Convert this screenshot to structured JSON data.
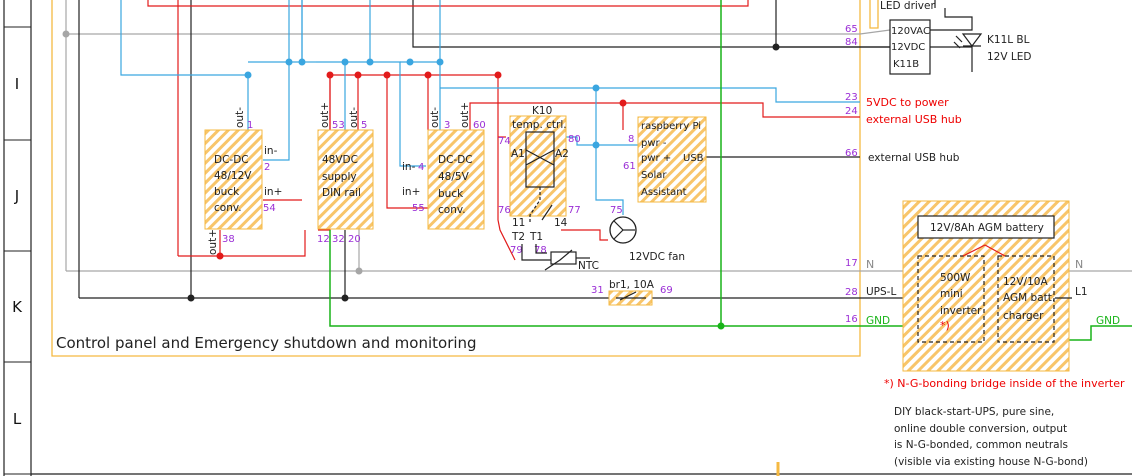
{
  "rows": [
    "I",
    "J",
    "K",
    "L"
  ],
  "title": "Control panel and Emergency shutdown and monitoring",
  "led": {
    "header": "LED driver",
    "in1": "120VAC",
    "in2": "12VDC",
    "id": "K11B",
    "label1": "K11L BL",
    "label2": "12V LED"
  },
  "dcdc12": {
    "lines": [
      "DC-DC",
      "48/12V",
      "buck",
      "conv."
    ],
    "in_minus": "in-",
    "in_plus": "in+",
    "out_minus": "out-",
    "out_plus": "out+",
    "p_out_minus": "1",
    "p_in_minus": "2",
    "p_in_plus": "54",
    "p_out_plus": "38"
  },
  "supply48": {
    "lines": [
      "48VDC",
      "supply",
      "DIN rail"
    ],
    "out_plus": "out+",
    "out_minus": "out-",
    "p_out_plus": "53",
    "p_out_minus": "5",
    "p_b1": "12",
    "p_b2": "32",
    "p_b3": "20"
  },
  "dcdc5": {
    "lines": [
      "DC-DC",
      "48/5V",
      "buck",
      "conv."
    ],
    "in_minus": "in-",
    "in_plus": "in+",
    "out_minus": "out-",
    "out_plus": "out+",
    "p_in_minus": "4",
    "p_in_plus": "55",
    "p_out_minus": "3",
    "p_out_plus": "60"
  },
  "k10": {
    "id": "K10",
    "label": "temp. ctrl.",
    "a1": "A1",
    "a2": "A2",
    "t1": "11",
    "t2": "14",
    "t3": "T2",
    "t4": "T1",
    "p74": "74",
    "p80": "80",
    "p76": "76",
    "p77": "77",
    "p79": "79",
    "p78": "78",
    "ntc": "NTC"
  },
  "fan": {
    "pin": "75",
    "label": "12VDC fan"
  },
  "rpi": {
    "lines": [
      "raspberry Pi",
      "pwr -",
      "pwr +",
      "Solar",
      "Assistant"
    ],
    "usb": "USB",
    "p8": "8",
    "p61": "61"
  },
  "breaker": {
    "label": "br1, 10A",
    "p31": "31",
    "p69": "69"
  },
  "terminals": {
    "t65": "65",
    "t84": "84",
    "t23": "23",
    "t24": "24",
    "t66": "66",
    "t17": "17",
    "t28": "28",
    "t16": "16"
  },
  "right_labels": {
    "usb_power1": "5VDC to power",
    "usb_power2": "external USB hub",
    "usb_hub": "external USB hub",
    "n": "N",
    "ups_l": "UPS-L",
    "gnd": "GND",
    "n_right": "N",
    "l1": "L1",
    "gnd_right": "GND"
  },
  "ups": {
    "battery": "12V/8Ah AGM battery",
    "inverter": [
      "500W",
      "mini",
      "inverter"
    ],
    "asterisk": "*)",
    "charger": [
      "12V/10A",
      "AGM batt.",
      "charger"
    ],
    "note": "*) N-G-bonding bridge inside of the inverter"
  },
  "description": [
    "DIY black-start-UPS, pure sine,",
    "online double conversion, output",
    "is N-G-bonded, common neutrals",
    "(visible via existing house N-G-bond)"
  ],
  "colors": {
    "red": "#e21b1b",
    "blue": "#3aa6e0",
    "green": "#18b418",
    "orange": "#f5b942",
    "gray": "#a6a6a6",
    "purple": "#9b2fd6"
  }
}
